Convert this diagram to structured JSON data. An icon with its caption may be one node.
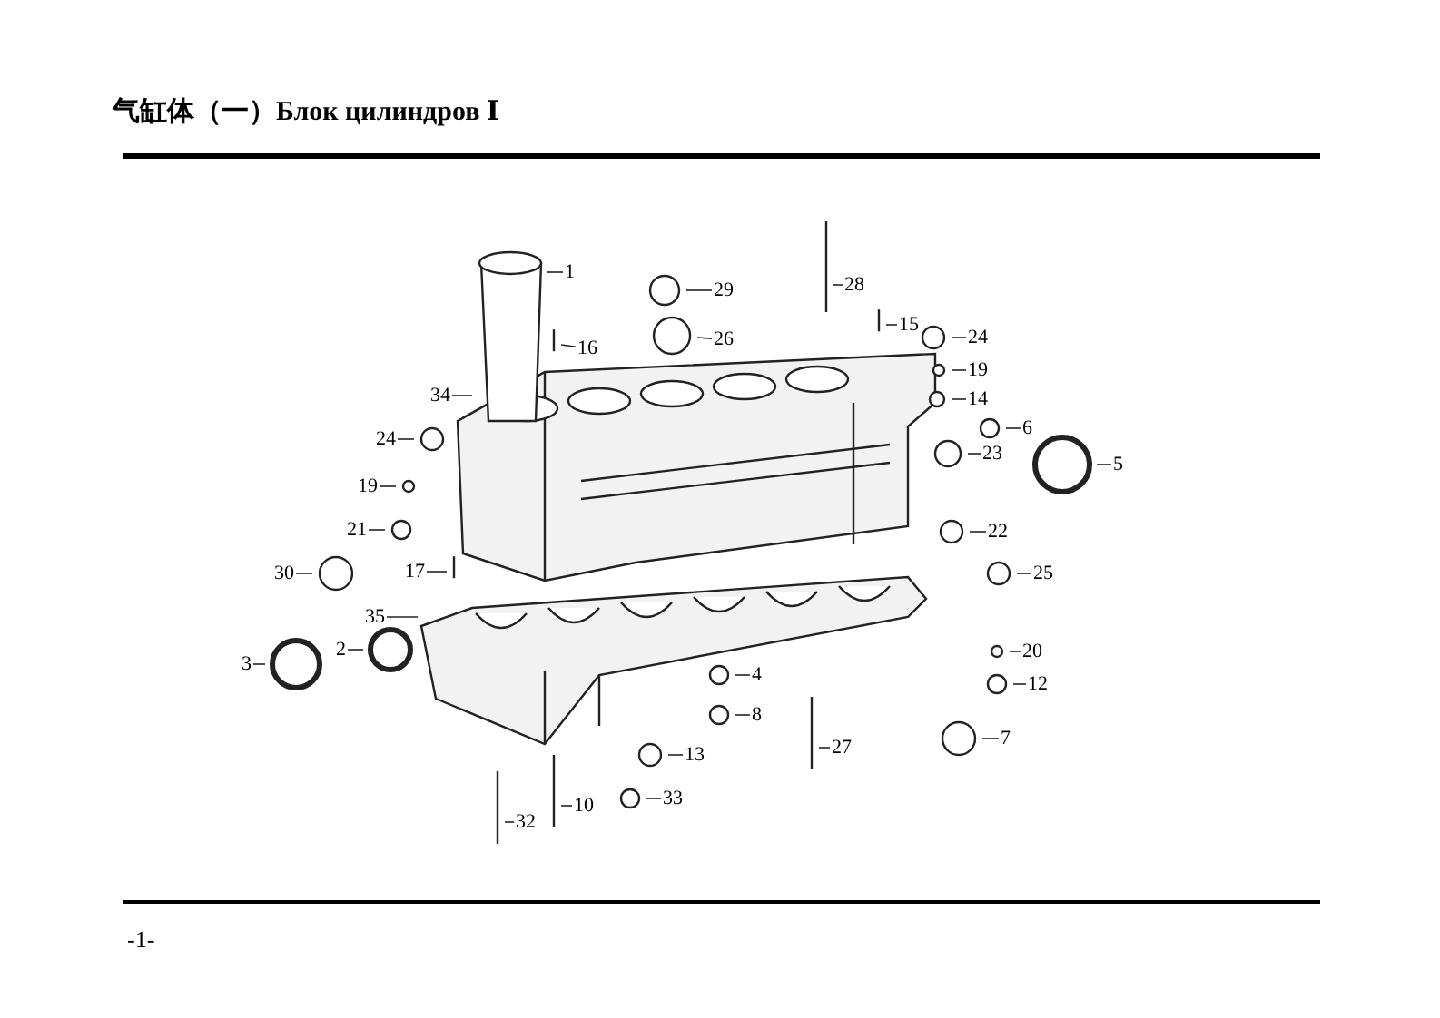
{
  "diagram": {
    "title": "气缸体（一）Блок цилиндров Ⅰ",
    "nodes": [
      {
        "text": [
          "1"
        ]
      },
      {
        "text": [
          "28"
        ]
      },
      {
        "text": [
          "29"
        ]
      },
      {
        "text": [
          "15"
        ]
      },
      {
        "text": [
          "24"
        ]
      },
      {
        "text": [
          "26"
        ]
      },
      {
        "text": [
          "16"
        ]
      },
      {
        "text": [
          "34"
        ]
      },
      {
        "text": [
          "5"
        ]
      },
      {
        "text": [
          "19"
        ]
      },
      {
        "text": [
          "6"
        ]
      },
      {
        "text": [
          "24"
        ]
      },
      {
        "text": [
          "14"
        ]
      },
      {
        "text": [
          "23"
        ]
      },
      {
        "text": [
          "19"
        ]
      },
      {
        "text": [
          "21"
        ]
      },
      {
        "text": [
          "30"
        ]
      },
      {
        "text": [
          "22"
        ]
      },
      {
        "text": [
          "25"
        ]
      },
      {
        "text": [
          "17"
        ]
      },
      {
        "text": [
          "35"
        ]
      },
      {
        "text": [
          "3"
        ]
      },
      {
        "text": [
          "2"
        ]
      },
      {
        "text": [
          "20"
        ]
      },
      {
        "text": [
          "4"
        ]
      },
      {
        "text": [
          "12"
        ]
      },
      {
        "text": [
          "8"
        ]
      },
      {
        "text": [
          "7"
        ]
      },
      {
        "text": [
          "27"
        ]
      },
      {
        "text": [
          "33"
        ]
      },
      {
        "text": [
          "13"
        ]
      },
      {
        "text": [
          "10"
        ]
      },
      {
        "text": [
          "32"
        ]
      }
    ],
    "edges": [
      {
        "from": 0,
        "to": null,
        "arrow": "none"
      },
      {
        "from": 1,
        "to": null,
        "arrow": "none"
      },
      {
        "from": 2,
        "to": null,
        "arrow": "none"
      },
      {
        "from": 3,
        "to": null,
        "arrow": "none"
      },
      {
        "from": 4,
        "to": null,
        "arrow": "none"
      },
      {
        "from": 5,
        "to": null,
        "arrow": "none"
      },
      {
        "from": 6,
        "to": null,
        "arrow": "none"
      },
      {
        "from": 7,
        "to": null,
        "arrow": "none"
      },
      {
        "from": 8,
        "to": null,
        "arrow": "none"
      },
      {
        "from": 9,
        "to": null,
        "arrow": "none"
      },
      {
        "from": 10,
        "to": null,
        "arrow": "none"
      },
      {
        "from": 11,
        "to": null,
        "arrow": "none"
      },
      {
        "from": 12,
        "to": null,
        "arrow": "none"
      },
      {
        "from": 13,
        "to": null,
        "arrow": "none"
      },
      {
        "from": 14,
        "to": null,
        "arrow": "none"
      },
      {
        "from": 15,
        "to": null,
        "arrow": "none"
      },
      {
        "from": 16,
        "to": null,
        "arrow": "none"
      },
      {
        "from": 17,
        "to": null,
        "arrow": "none"
      },
      {
        "from": 18,
        "to": null,
        "arrow": "none"
      },
      {
        "from": 19,
        "to": null,
        "arrow": "none"
      },
      {
        "from": 20,
        "to": null,
        "arrow": "none"
      },
      {
        "from": 21,
        "to": null,
        "arrow": "none"
      },
      {
        "from": 22,
        "to": null,
        "arrow": "none"
      },
      {
        "from": 23,
        "to": null,
        "arrow": "none"
      },
      {
        "from": 24,
        "to": null,
        "arrow": "none"
      },
      {
        "from": 25,
        "to": null,
        "arrow": "none"
      },
      {
        "from": 26,
        "to": null,
        "arrow": "none"
      },
      {
        "from": 27,
        "to": null,
        "arrow": "none"
      },
      {
        "from": 28,
        "to": null,
        "arrow": "none"
      },
      {
        "from": 29,
        "to": null,
        "arrow": "none"
      },
      {
        "from": 30,
        "to": null,
        "arrow": "none"
      },
      {
        "from": 31,
        "to": null,
        "arrow": "none"
      },
      {
        "from": 32,
        "to": null,
        "arrow": "none"
      }
    ],
    "labels": [
      "-1-"
    ]
  }
}
